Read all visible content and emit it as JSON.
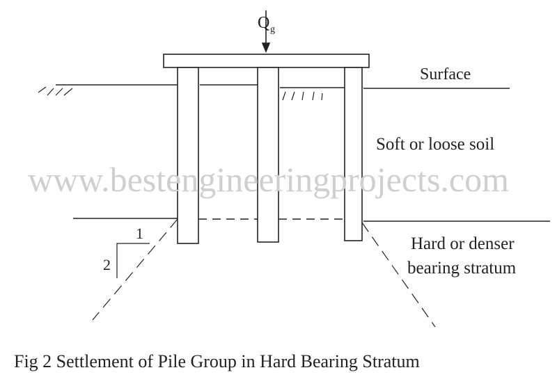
{
  "watermark": "www.bestengineeringprojects.com",
  "load_label": "Q",
  "load_subscript": "g",
  "labels": {
    "surface": "Surface",
    "soft_soil": "Soft or loose soil",
    "hard_line1": "Hard or denser",
    "hard_line2": "bearing stratum"
  },
  "slope": {
    "horizontal": "1",
    "vertical": "2"
  },
  "caption": "Fig 2 Settlement of Pile Group in Hard Bearing Stratum",
  "colors": {
    "line": "#222222",
    "watermark": "#d0d0d0"
  }
}
